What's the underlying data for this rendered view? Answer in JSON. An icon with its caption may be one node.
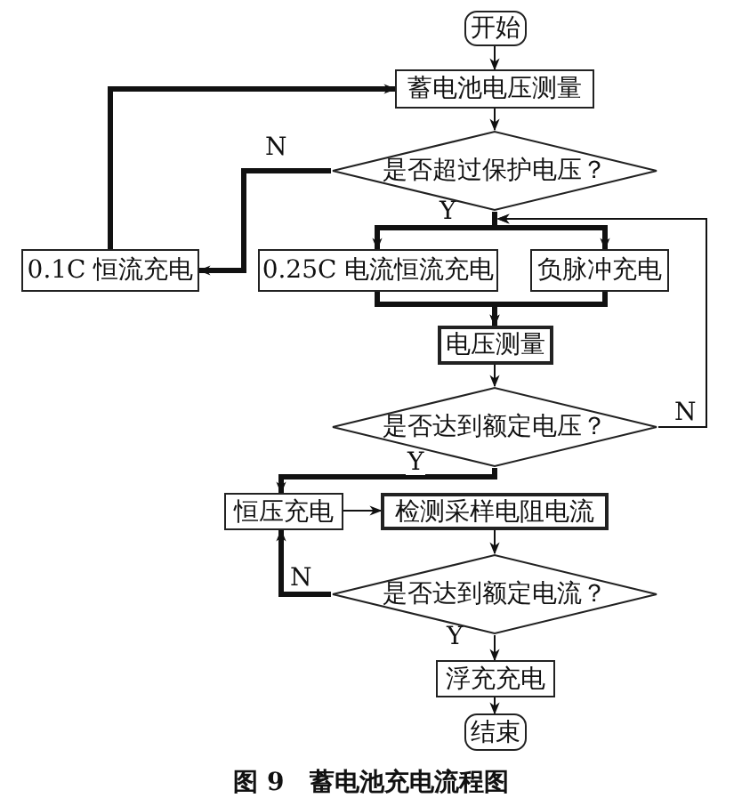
{
  "diagram": {
    "caption": "图 9　蓄电池充电流程图",
    "nodes": [
      {
        "text": [
          "开始"
        ]
      },
      {
        "text": [
          "蓄电池电压测量"
        ]
      },
      {
        "text": [
          "是否超过保护电压？"
        ]
      },
      {
        "text": [
          "0.1C 恒流充电"
        ]
      },
      {
        "text": [
          "0.25C 电流恒流充电"
        ]
      },
      {
        "text": [
          "负脉冲充电"
        ]
      },
      {
        "text": [
          "电压测量"
        ]
      },
      {
        "text": [
          "是否达到额定电压？"
        ]
      },
      {
        "text": [
          "恒压充电"
        ]
      },
      {
        "text": [
          "检测采样电阻电流"
        ]
      },
      {
        "text": [
          "是否达到额定电流？"
        ]
      },
      {
        "text": [
          "浮充充电"
        ]
      },
      {
        "text": [
          "结束"
        ]
      }
    ],
    "edges": [
      {
        "from": 0,
        "to": 1,
        "arrow": "to"
      },
      {
        "from": 1,
        "to": 2,
        "arrow": "to"
      },
      {
        "from": 2,
        "to": 3,
        "arrow": "to",
        "label": "N",
        "style": "thick"
      },
      {
        "from": 3,
        "to": 1,
        "arrow": "to",
        "style": "thick"
      },
      {
        "from": 2,
        "to": 4,
        "arrow": "to",
        "label": "Y",
        "style": "thick"
      },
      {
        "from": 2,
        "to": 5,
        "arrow": "to",
        "style": "thick"
      },
      {
        "from": 4,
        "to": 6,
        "arrow": "to",
        "style": "thick"
      },
      {
        "from": 5,
        "to": 6,
        "arrow": "to",
        "style": "thick"
      },
      {
        "from": 6,
        "to": 7,
        "arrow": "to"
      },
      {
        "from": 7,
        "to": 4,
        "arrow": "to",
        "label": "N"
      },
      {
        "from": 7,
        "to": 5,
        "arrow": "to"
      },
      {
        "from": 7,
        "to": 8,
        "arrow": "to",
        "label": "Y",
        "style": "thick"
      },
      {
        "from": 8,
        "to": 9,
        "arrow": "to"
      },
      {
        "from": 9,
        "to": 10,
        "arrow": "to"
      },
      {
        "from": 10,
        "to": 8,
        "arrow": "to",
        "label": "N",
        "style": "thick"
      },
      {
        "from": 10,
        "to": 11,
        "arrow": "to",
        "label": "Y"
      },
      {
        "from": 11,
        "to": 12,
        "arrow": "to"
      }
    ]
  }
}
